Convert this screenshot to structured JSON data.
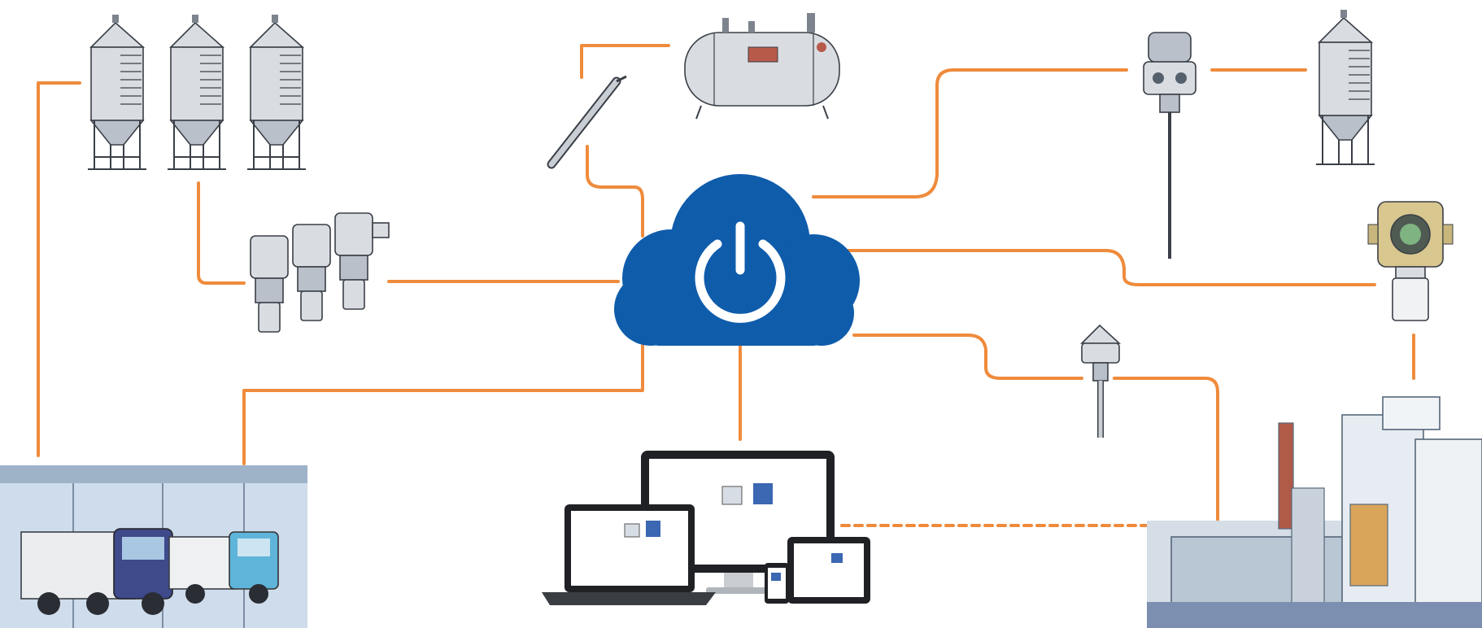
{
  "diagram": {
    "connector_color": "#ef8b3c",
    "cloud_color": "#0f5cab",
    "power_symbol_color": "#ffffff",
    "cloud_icon": "power-icon",
    "nodes": [
      "silo-group-left",
      "ultrasonic-level-sensors",
      "probe-sensor",
      "horizontal-tank",
      "radar-level-transmitter",
      "silo-right",
      "gas-detector",
      "temperature-sensor",
      "truck-warehouse",
      "multi-device-dashboard",
      "industrial-plant"
    ]
  }
}
